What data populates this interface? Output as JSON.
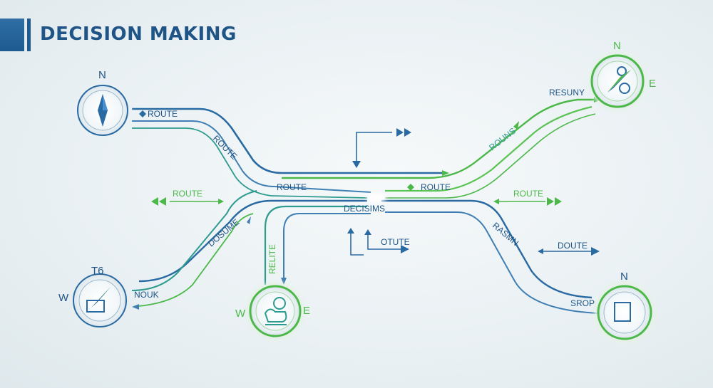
{
  "title": "DECISION MAKING",
  "colors": {
    "blue": "#2a6aa3",
    "green": "#4cb84a",
    "teal": "#2e9b8f",
    "text": "#1e5486"
  },
  "compasses": {
    "top_left": {
      "letters": [
        "N"
      ],
      "icon": "compass-needle-icon"
    },
    "top_right": {
      "letters": [
        "N",
        "E"
      ],
      "icon": "person-compass-icon"
    },
    "bottom_left": {
      "letters": [
        "T6",
        "W"
      ],
      "icon": "map-compass-icon"
    },
    "bottom_center": {
      "letters": [
        "W",
        "E"
      ],
      "icon": "thinking-person-icon"
    },
    "bottom_right": {
      "letters": [
        "N"
      ],
      "icon": "map-compass-icon"
    }
  },
  "labels": {
    "route_top_left": "ROUTE",
    "route_diagonal": "ROUTE",
    "route_left_mid": "ROUTE",
    "route_center_top": "ROUTE",
    "route_center_right": "ROUTE",
    "route_right_mid": "ROUTE",
    "resuny": "RESUNY",
    "rouns": "ROUNS",
    "decisims": "DECISIMS",
    "dosume": "DOSUME",
    "nouk": "NOUK",
    "rete": "RELITE",
    "otute": "OTUTE",
    "rasmn": "RASMN",
    "doute": "DOUTE",
    "srop": "SROP"
  }
}
